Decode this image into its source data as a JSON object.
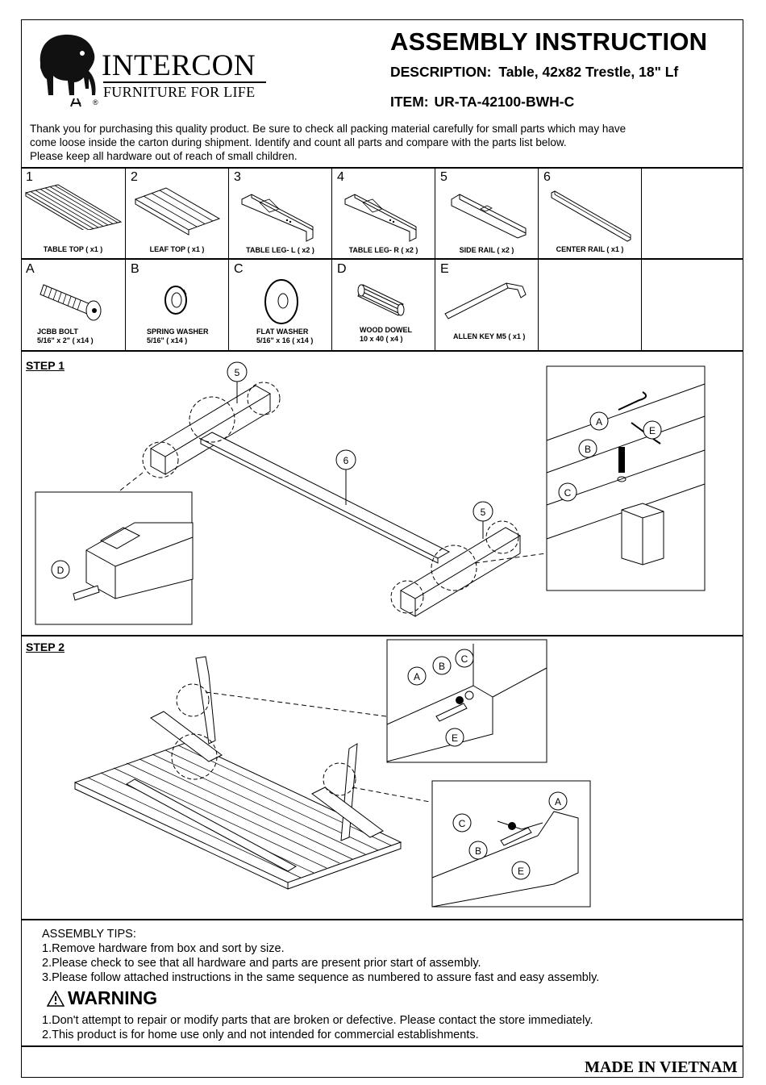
{
  "brand": {
    "name": "INTERCON",
    "tagline": "FURNITURE FOR LIFE",
    "registered": "®"
  },
  "header": {
    "title": "ASSEMBLY INSTRUCTION",
    "description_label": "DESCRIPTION:",
    "description_value": "Table, 42x82 Trestle, 18\" Lf",
    "item_label": "ITEM:",
    "item_value": "UR-TA-42100-BWH-C"
  },
  "intro": {
    "line1": "Thank you for purchasing this quality product. Be sure to check all packing material carefully for small parts which may have",
    "line2": "come loose inside the carton during shipment. Identify and count all parts and compare with the parts list below.",
    "line3": "Please keep all hardware out of reach of small children."
  },
  "parts": [
    {
      "num": "1",
      "label": "TABLE TOP ( x1 )",
      "icon": "table-top-icon"
    },
    {
      "num": "2",
      "label": "LEAF TOP ( x1 )",
      "icon": "leaf-top-icon"
    },
    {
      "num": "3",
      "label": "TABLE LEG- L ( x2 )",
      "icon": "table-leg-icon"
    },
    {
      "num": "4",
      "label": "TABLE LEG- R ( x2 )",
      "icon": "table-leg-icon"
    },
    {
      "num": "5",
      "label": "SIDE RAIL ( x2 )",
      "icon": "side-rail-icon"
    },
    {
      "num": "6",
      "label": "CENTER RAIL ( x1 )",
      "icon": "center-rail-icon"
    }
  ],
  "hardware": [
    {
      "letter": "A",
      "line1": "JCBB BOLT",
      "line2": "5/16\" x 2\" ( x14 )",
      "icon": "bolt-icon"
    },
    {
      "letter": "B",
      "line1": "SPRING WASHER",
      "line2": "5/16\" ( x14 )",
      "icon": "spring-washer-icon"
    },
    {
      "letter": "C",
      "line1": "FLAT WASHER",
      "line2": "5/16\" x 16 ( x14 )",
      "icon": "flat-washer-icon"
    },
    {
      "letter": "D",
      "line1": "WOOD DOWEL",
      "line2": "10 x 40 ( x4 )",
      "icon": "wood-dowel-icon"
    },
    {
      "letter": "E",
      "line1": "ALLEN KEY  M5 ( x1 )",
      "line2": "",
      "icon": "allen-key-icon"
    }
  ],
  "steps": {
    "step1": "STEP 1",
    "step2": "STEP 2",
    "callouts": {
      "side_rail": "5",
      "center_rail": "6",
      "bolt": "A",
      "spring_washer": "B",
      "flat_washer": "C",
      "dowel": "D",
      "allen_key": "E"
    }
  },
  "tips": {
    "heading": "ASSEMBLY TIPS:",
    "items": [
      "1.Remove hardware from box and sort by size.",
      "2.Please check to see that all hardware and parts are present prior start of assembly.",
      "3.Please follow attached instructions in the same sequence as numbered to assure fast and easy assembly."
    ]
  },
  "warning": {
    "heading": "WARNING",
    "items": [
      "1.Don't attempt to repair or modify parts that are broken or defective. Please contact the store immediately.",
      "2.This product is for home use only and not intended for commercial establishments."
    ]
  },
  "footer": {
    "made_in": "MADE IN VIETNAM"
  }
}
